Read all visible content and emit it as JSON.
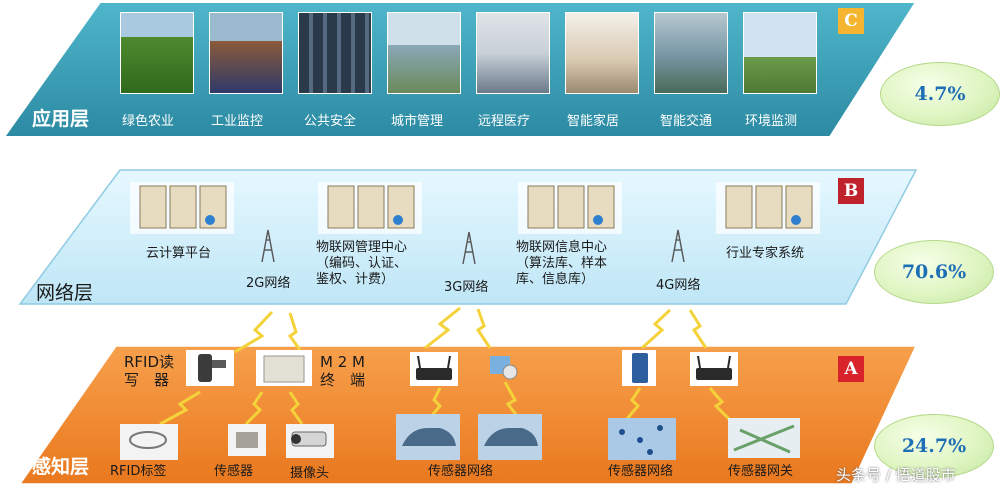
{
  "layers": {
    "application": {
      "title": "应用层",
      "badge": "C",
      "percent": "4.7%",
      "items": [
        "绿色农业",
        "工业监控",
        "公共安全",
        "城市管理",
        "远程医疗",
        "智能家居",
        "智能交通",
        "环境监测"
      ]
    },
    "network": {
      "title": "网络层",
      "badge": "B",
      "percent": "70.6%",
      "platforms": {
        "cloud": "云计算平台",
        "mgmt": [
          "物联网管理中心",
          "（编码、认证、",
          "鉴权、计费）"
        ],
        "info": [
          "物联网信息中心",
          "（算法库、样本",
          "库、信息库）"
        ],
        "expert": "行业专家系统"
      },
      "networks": [
        "2G网络",
        "3G网络",
        "4G网络"
      ]
    },
    "perception": {
      "title": "感知层",
      "badge": "A",
      "percent": "24.7%",
      "rfid_reader": [
        "RFID读",
        "写　器"
      ],
      "m2m": [
        "M 2 M",
        "终　端"
      ],
      "devices": [
        "RFID标签",
        "传感器",
        "摄像头",
        "传感器网络",
        "传感器网络",
        "传感器网关"
      ]
    }
  },
  "colors": {
    "application_band": "#3aa0b8",
    "network_band": "#cfeefa",
    "perception_band": "#f28a2e",
    "badge_c": "#f5b531",
    "badge_b": "#c0222c",
    "badge_a": "#d8232a"
  },
  "watermark": "头条号 / 悟道股市"
}
